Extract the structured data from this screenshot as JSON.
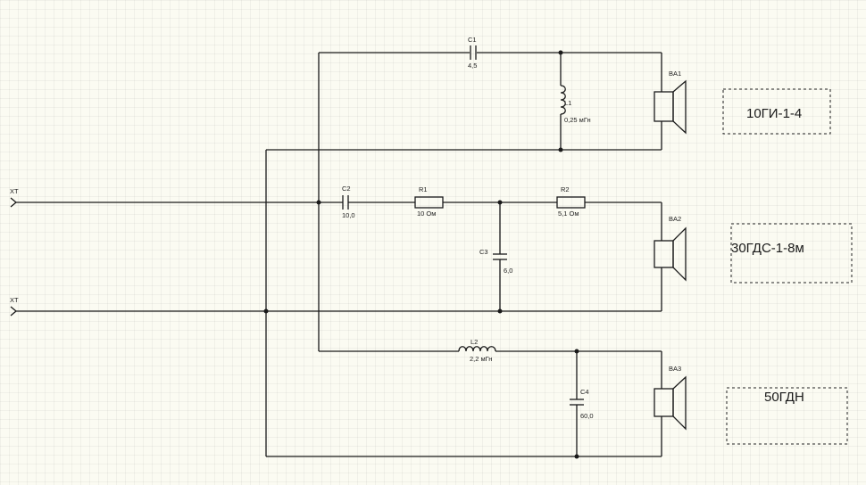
{
  "terminals": [
    {
      "ref": "XT"
    },
    {
      "ref": "XT"
    }
  ],
  "components": {
    "C1": {
      "ref": "C1",
      "value": "4,5"
    },
    "L1": {
      "ref": "L1",
      "value": "0,25 мГн"
    },
    "C2": {
      "ref": "C2",
      "value": "10,0"
    },
    "R1": {
      "ref": "R1",
      "value": "10 Ом"
    },
    "R2": {
      "ref": "R2",
      "value": "5,1 Ом"
    },
    "C3": {
      "ref": "C3",
      "value": "6,0"
    },
    "L2": {
      "ref": "L2",
      "value": "2,2 мГн"
    },
    "C4": {
      "ref": "C4",
      "value": "60,0"
    }
  },
  "speakers": [
    {
      "ref": "BA1",
      "model": "10ГИ-1-4"
    },
    {
      "ref": "BA2",
      "model": "30ГДС-1-8м"
    },
    {
      "ref": "BA3",
      "model": "50ГДН"
    }
  ]
}
